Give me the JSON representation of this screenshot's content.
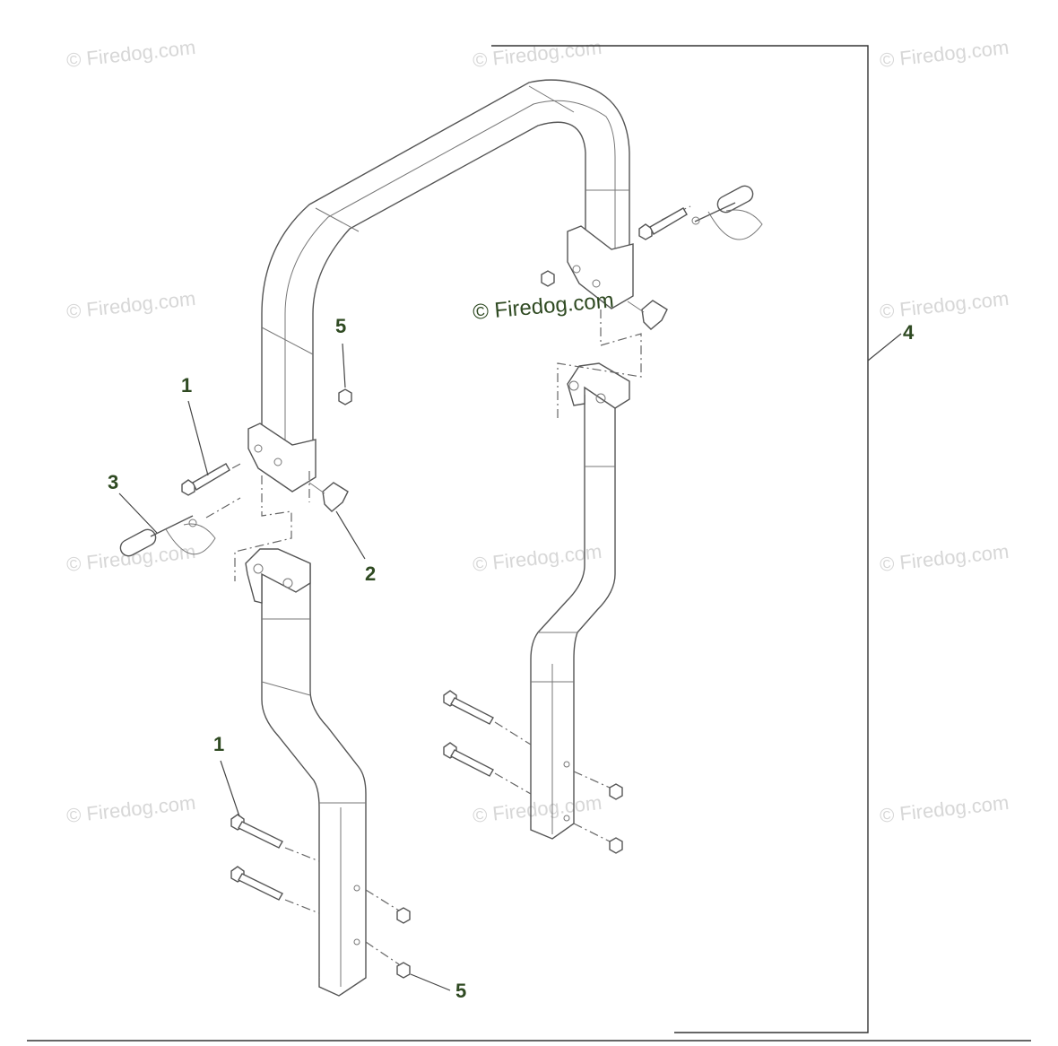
{
  "watermark": {
    "text": "© Firedog.com",
    "center_text": "© Firedog.com"
  },
  "callouts": [
    {
      "id": "c1-upper",
      "label": "1"
    },
    {
      "id": "c1-lower",
      "label": "1"
    },
    {
      "id": "c2",
      "label": "2"
    },
    {
      "id": "c3",
      "label": "3"
    },
    {
      "id": "c4",
      "label": "4"
    },
    {
      "id": "c5-upper",
      "label": "5"
    },
    {
      "id": "c5-lower",
      "label": "5"
    }
  ],
  "colors": {
    "callout_text": "#2f4a22",
    "line_art": "#555555",
    "watermark": "#d7d7d7"
  }
}
